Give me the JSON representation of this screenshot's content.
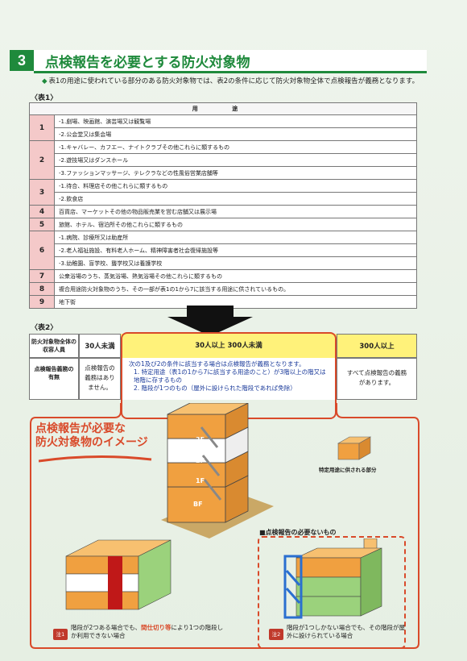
{
  "section": {
    "number": "3",
    "title": "点検報告を必要とする防火対象物",
    "lead": "表1の用途に使われている部分のある防火対象物では、表2の条件に応じて防火対象物全体で点検報告が義務となります。"
  },
  "table1": {
    "label": "〈表1〉",
    "header": "用 途",
    "rows": [
      {
        "num": "1",
        "items": [
          "-1.劇場、映画館、演芸場又は観覧場",
          "-2.公会堂又は集会場"
        ]
      },
      {
        "num": "2",
        "items": [
          "-1.キャバレー、カフエー、ナイトクラブその他これらに類するもの",
          "-2.遊技場又はダンスホール",
          "-3.ファッションマッサージ、テレクラなどの性風俗営業店舗等"
        ]
      },
      {
        "num": "3",
        "items": [
          "-1.待合、料理店その他これらに類するもの",
          "-2.飲食店"
        ]
      },
      {
        "num": "4",
        "items": [
          "百貨店、マーケットその他の物品販売業を営む店舗又は展示場"
        ]
      },
      {
        "num": "5",
        "items": [
          "旅館、ホテル、宿泊所その他これらに類するもの"
        ]
      },
      {
        "num": "6",
        "items": [
          "-1.病院、診療所又は助産所",
          "-2.老人福祉施設、有料老人ホーム、精神障害者社会復帰施設等",
          "-3.幼稚園、盲学校、聾学校又は養護学校"
        ]
      },
      {
        "num": "7",
        "items": [
          "公衆浴場のうち、蒸気浴場、熱気浴場その他これらに類するもの"
        ]
      },
      {
        "num": "8",
        "items": [
          "複合用途防火対象物のうち、その一部が表1の1から7に該当する用途に供されているもの。"
        ]
      },
      {
        "num": "9",
        "items": [
          "地下街"
        ]
      }
    ]
  },
  "table2": {
    "label": "〈表2〉",
    "rowhead1": "防火対象物全体の収容人員",
    "rowhead2": "点検報告義務の有無",
    "col1_head": "30人未満",
    "col1_body": "点検報告の義務はありません。",
    "col2_head": "30人以上 300人未満",
    "col2_body": "次の1及び2の条件に該当する場合は点検報告が義務となります。",
    "col2_cond1": "1. 特定用途（表1の1から7に該当する用途のこと）が3階以上の階又は地階に存するもの",
    "col2_cond2": "2. 階段が1つのもの（屋外に設けられた階段であれば免除）",
    "col3_head": "300人以上",
    "col3_body": "すべて点検報告の義務があります。"
  },
  "image": {
    "title_line1": "点検報告が必要な",
    "title_line2": "防火対象物のイメージ",
    "floors": [
      "3F",
      "2F",
      "1F",
      "BF"
    ],
    "legend": "特定用途に供される部分",
    "not_required_head": "■点検報告の必要ないもの",
    "note1_badge": "注1",
    "note1_pre": "階段が2つある場合でも、",
    "note1_emph": "間仕切り等",
    "note1_post": "により1つの階段しか利用できない場合",
    "note2_badge": "注2",
    "note2": "階段が1つしかない場合でも、その階段が屋外に設けられている場合"
  },
  "colors": {
    "accent": "#1f8a3c",
    "red": "#d94a2a",
    "orange": "#f0a040",
    "yellow": "#fff27a",
    "pink": "#f4c9c9"
  }
}
